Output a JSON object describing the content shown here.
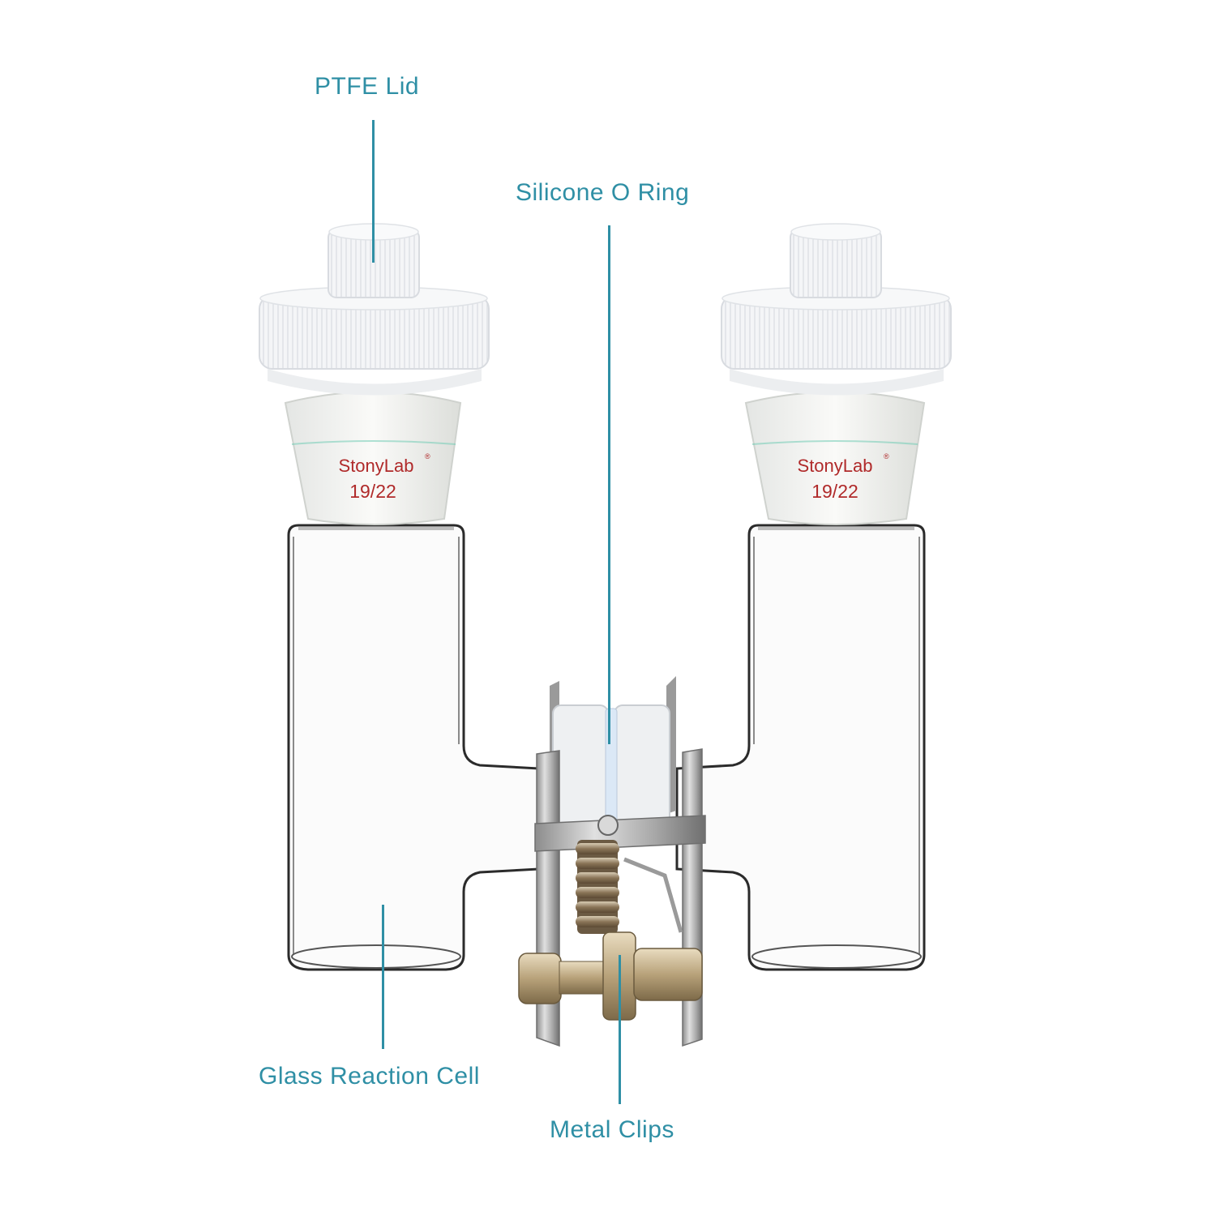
{
  "labels": {
    "ptfe_lid": "PTFE Lid",
    "o_ring": "Silicone O Ring",
    "glass_cell": "Glass Reaction Cell",
    "metal_clips": "Metal Clips"
  },
  "stoppers": [
    {
      "brand": "StonyLab",
      "reg_mark": "®",
      "size": "19/22"
    },
    {
      "brand": "StonyLab",
      "reg_mark": "®",
      "size": "19/22"
    }
  ],
  "colors": {
    "callout": "#2f8fa5",
    "brand_text": "#b02a2a",
    "ptfe": "#f2f4f6",
    "glass_edge": "#2b2b2b",
    "metal": "#b9b9b9"
  }
}
